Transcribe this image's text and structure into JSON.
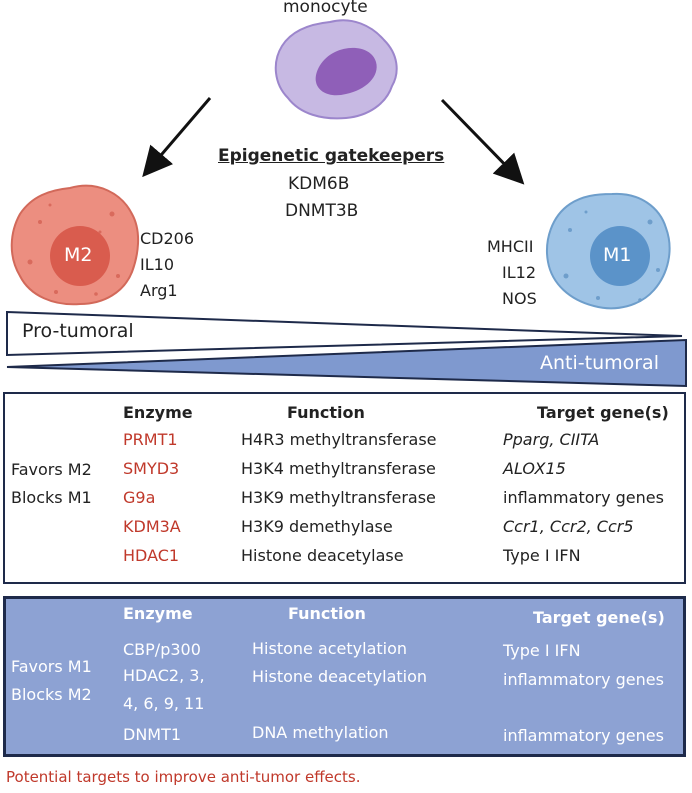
{
  "top": {
    "monocyte_label": "monocyte",
    "gatekeepers_title": "Epigenetic gatekeepers",
    "gatekeepers": [
      "KDM6B",
      "DNMT3B"
    ]
  },
  "m2": {
    "label": "M2",
    "markers": [
      "CD206",
      "IL10",
      "Arg1"
    ],
    "color": "#ec8e80"
  },
  "m1": {
    "label": "M1",
    "markers": [
      "MHCII",
      "IL12",
      "NOS"
    ],
    "color": "#9fc4e6"
  },
  "gradient": {
    "pro_label": "Pro-tumoral",
    "anti_label": "Anti-tumoral",
    "anti_color": "#7f99cf"
  },
  "table1": {
    "side_label": [
      "Favors M2",
      "Blocks M1"
    ],
    "headers": {
      "enzyme": "Enzyme",
      "function": "Function",
      "target": "Target gene(s)"
    },
    "rows": [
      {
        "enzyme": "PRMT1",
        "function": "H4R3 methyltransferase",
        "target": "Pparg, CIITA"
      },
      {
        "enzyme": "SMYD3",
        "function": "H3K4 methyltransferase",
        "target": "ALOX15"
      },
      {
        "enzyme": "G9a",
        "function": "H3K9 methyltransferase",
        "target": "inflammatory genes"
      },
      {
        "enzyme": "KDM3A",
        "function": "H3K9 demethylase",
        "target": "Ccr1, Ccr2, Ccr5"
      },
      {
        "enzyme": "HDAC1",
        "function": "Histone deacetylase",
        "target": "Type I IFN"
      }
    ]
  },
  "table2": {
    "side_label": [
      "Favors M1",
      "Blocks M2"
    ],
    "headers": {
      "enzyme": "Enzyme",
      "function": "Function",
      "target": "Target gene(s)"
    },
    "rows": [
      {
        "enzyme": "CBP/p300",
        "function": "Histone acetylation",
        "target": "Type I IFN"
      },
      {
        "enzyme": [
          "HDAC2, 3,",
          "4, 6, 9, 11"
        ],
        "function": "Histone deacetylation",
        "target": "inflammatory genes"
      },
      {
        "enzyme": "DNMT1",
        "function": "DNA methylation",
        "target": "inflammatory genes"
      }
    ],
    "background": "#8da2d3"
  },
  "footnote": "Potential targets to improve anti-tumor effects.",
  "accent_red": "#c0392b"
}
